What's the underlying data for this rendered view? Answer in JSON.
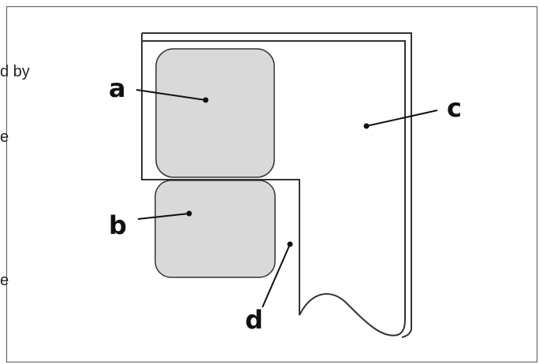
{
  "background_text": {
    "line1": "d by",
    "line2": "e",
    "line3": "e"
  },
  "labels": {
    "a": "a",
    "b": "b",
    "c": "c",
    "d": "d"
  },
  "colors": {
    "outline": "#333333",
    "fill": "#d9d9d9",
    "frame": "#555555"
  }
}
